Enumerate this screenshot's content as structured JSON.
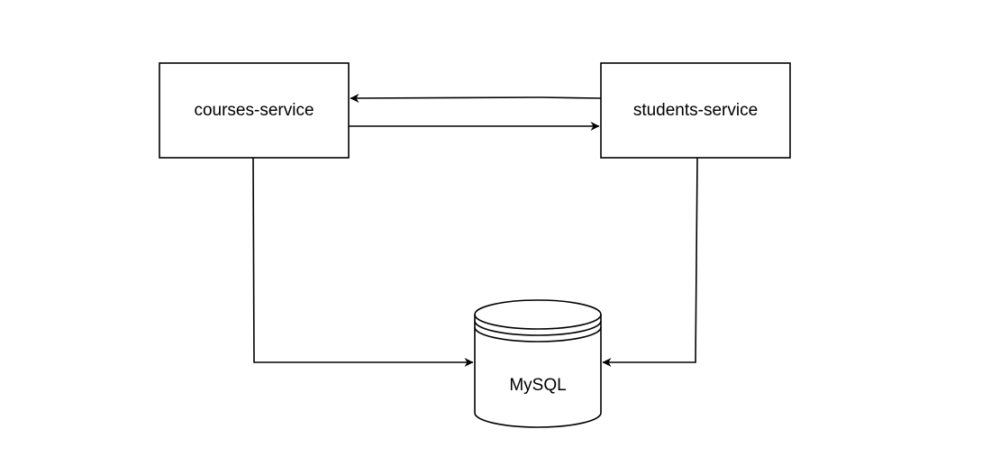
{
  "diagram": {
    "type": "architecture",
    "nodes": [
      {
        "id": "courses",
        "label": "courses-service",
        "shape": "rectangle"
      },
      {
        "id": "students",
        "label": "students-service",
        "shape": "rectangle"
      },
      {
        "id": "mysql",
        "label": "MySQL",
        "shape": "database-cylinder"
      }
    ],
    "edges": [
      {
        "from": "students",
        "to": "courses",
        "directed": true
      },
      {
        "from": "courses",
        "to": "students",
        "directed": true
      },
      {
        "from": "courses",
        "to": "mysql",
        "directed": true
      },
      {
        "from": "students",
        "to": "mysql",
        "directed": true
      }
    ],
    "colors": {
      "stroke": "#000000",
      "fill": "#ffffff",
      "text": "#000000"
    }
  }
}
